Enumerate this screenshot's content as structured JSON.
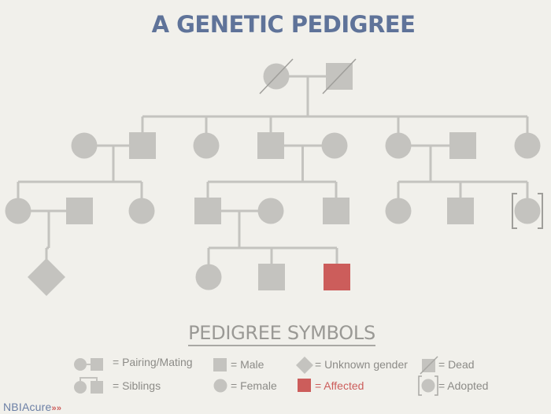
{
  "title": "A GENETIC PEDIGREE",
  "legend": {
    "title": "PEDIGREE SYMBOLS",
    "items": [
      {
        "key": "pairing",
        "label": "= Pairing/Mating"
      },
      {
        "key": "siblings",
        "label": "= Siblings"
      },
      {
        "key": "male",
        "label": "= Male"
      },
      {
        "key": "female",
        "label": "= Female"
      },
      {
        "key": "unknown",
        "label": "= Unknown gender"
      },
      {
        "key": "affected",
        "label": "= Affected"
      },
      {
        "key": "dead",
        "label": "= Dead"
      },
      {
        "key": "adopted",
        "label": "= Adopted"
      }
    ]
  },
  "brand": {
    "name": "NBIAcure",
    "mark": "»»"
  },
  "colors": {
    "background": "#f1f0eb",
    "symbol": "#c4c3bf",
    "line": "#c4c3bf",
    "affected": "#cc5d5b",
    "title": "#5f7399",
    "legend_text": "#8c8b87"
  },
  "pedigree": {
    "generations": [
      {
        "generation": 1,
        "members": [
          {
            "id": "g1-f",
            "sex": "female",
            "dead": true
          },
          {
            "id": "g1-m",
            "sex": "male",
            "dead": true
          }
        ]
      },
      {
        "generation": 2,
        "members": [
          {
            "id": "g2-1",
            "sex": "female",
            "married_in": true
          },
          {
            "id": "g2-2",
            "sex": "male"
          },
          {
            "id": "g2-3",
            "sex": "female"
          },
          {
            "id": "g2-4",
            "sex": "male"
          },
          {
            "id": "g2-5",
            "sex": "female",
            "married_in": true
          },
          {
            "id": "g2-6",
            "sex": "female"
          },
          {
            "id": "g2-7",
            "sex": "male",
            "married_in": true
          },
          {
            "id": "g2-8",
            "sex": "female"
          }
        ]
      },
      {
        "generation": 3,
        "members": [
          {
            "id": "g3-1",
            "sex": "female"
          },
          {
            "id": "g3-2",
            "sex": "male",
            "married_in": true
          },
          {
            "id": "g3-3",
            "sex": "female"
          },
          {
            "id": "g3-4",
            "sex": "male"
          },
          {
            "id": "g3-5",
            "sex": "female",
            "married_in": true
          },
          {
            "id": "g3-6",
            "sex": "male"
          },
          {
            "id": "g3-7",
            "sex": "female"
          },
          {
            "id": "g3-8",
            "sex": "male"
          },
          {
            "id": "g3-9",
            "sex": "female",
            "adopted": true
          }
        ]
      },
      {
        "generation": 4,
        "members": [
          {
            "id": "g4-1",
            "sex": "unknown"
          },
          {
            "id": "g4-2",
            "sex": "female"
          },
          {
            "id": "g4-3",
            "sex": "male"
          },
          {
            "id": "g4-4",
            "sex": "male",
            "affected": true
          }
        ]
      }
    ],
    "pairings": [
      [
        "g1-f",
        "g1-m"
      ],
      [
        "g2-1",
        "g2-2"
      ],
      [
        "g2-4",
        "g2-5"
      ],
      [
        "g2-6",
        "g2-7"
      ],
      [
        "g3-1",
        "g3-2"
      ],
      [
        "g3-4",
        "g3-5"
      ]
    ],
    "sibships": [
      {
        "parents": [
          "g1-f",
          "g1-m"
        ],
        "children": [
          "g2-2",
          "g2-3",
          "g2-4",
          "g2-6",
          "g2-8"
        ]
      },
      {
        "parents": [
          "g2-1",
          "g2-2"
        ],
        "children": [
          "g3-1",
          "g3-3"
        ]
      },
      {
        "parents": [
          "g2-4",
          "g2-5"
        ],
        "children": [
          "g3-4",
          "g3-6"
        ]
      },
      {
        "parents": [
          "g2-6",
          "g2-7"
        ],
        "children": [
          "g3-7",
          "g3-8",
          "g3-9"
        ]
      },
      {
        "parents": [
          "g3-1",
          "g3-2"
        ],
        "children": [
          "g4-1"
        ]
      },
      {
        "parents": [
          "g3-4",
          "g3-5"
        ],
        "children": [
          "g4-2",
          "g4-3",
          "g4-4"
        ]
      }
    ]
  }
}
